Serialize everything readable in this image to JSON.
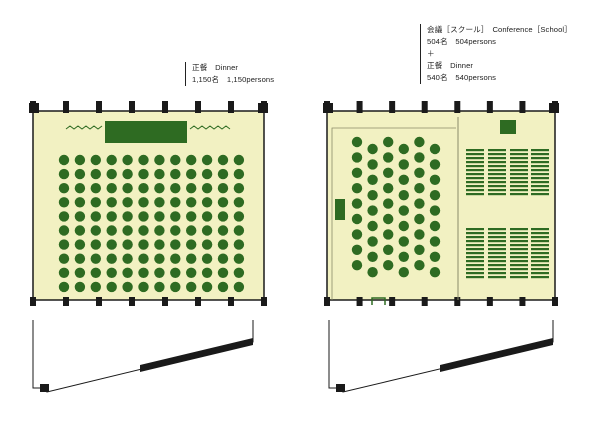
{
  "captions": {
    "left": {
      "line1": "正餐　Dinner",
      "line2": "1,150名　1,150persons"
    },
    "right": {
      "line1": "会議［スクール］　Conference［School］",
      "line2": "504名　504persons",
      "line3": "＋",
      "line4": "正餐　Dinner",
      "line5": "540名　540persons"
    }
  },
  "colors": {
    "floor": "#f2f1c2",
    "table": "#2e6b22",
    "outline": "#1a1a1a",
    "divider": "#8a8a6a"
  },
  "icons": {
    "stage": "stage-rectangle",
    "table": "round-table-dot",
    "desk": "classroom-desk-row"
  },
  "layout_data": {
    "left_plan": {
      "round_tables": 120,
      "rows": 10
    },
    "right_plan": {
      "round_tables": 54,
      "school_blocks": 8
    }
  }
}
